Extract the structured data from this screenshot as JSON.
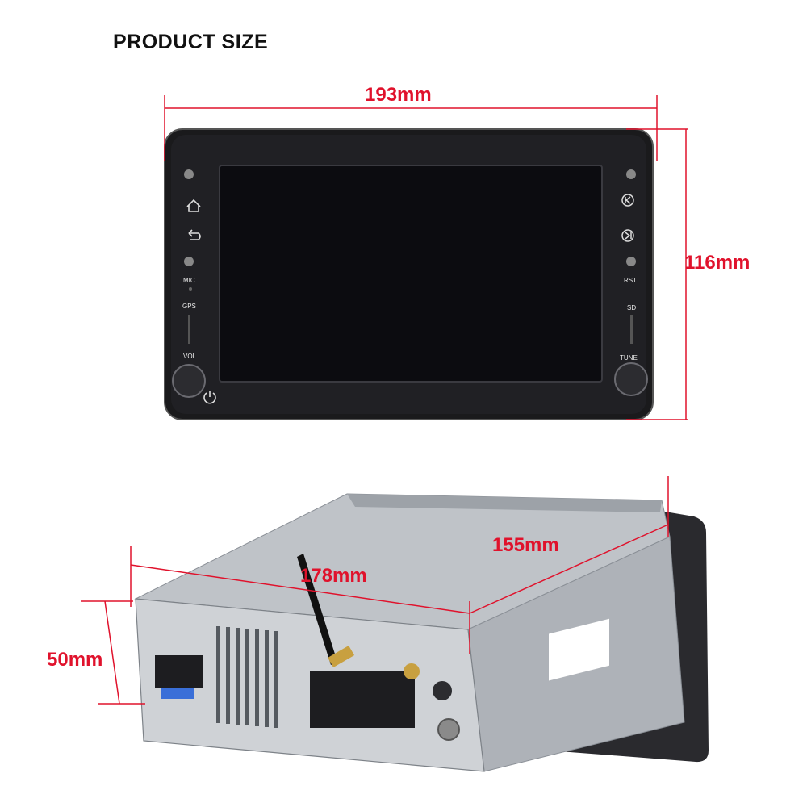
{
  "heading": "PRODUCT SIZE",
  "dimensions": {
    "width": "193mm",
    "height": "116mm",
    "depth_front": "178mm",
    "depth_side": "155mm",
    "chassis_height": "50mm"
  },
  "panel_labels": {
    "mic": "MIC",
    "gps": "GPS",
    "vol": "VOL",
    "rst": "RST",
    "sd": "SD",
    "tune": "TUNE"
  },
  "colors": {
    "dimension_red": "#e0122c",
    "bezel": "#1a1a1c",
    "screen": "#0c0c10",
    "chassis": "#c9ccd0"
  },
  "icons": [
    "home-icon",
    "back-icon",
    "previous-icon",
    "play-pause-icon",
    "power-icon"
  ]
}
